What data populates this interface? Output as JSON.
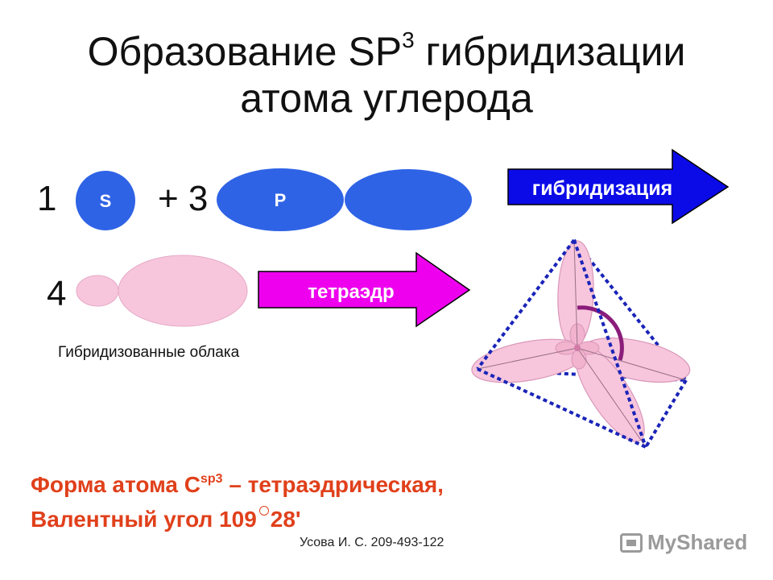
{
  "title": {
    "line1_pre": "Образование SP",
    "line1_sup": "3",
    "line1_post": " гибридизации",
    "line2": "атома углерода"
  },
  "row1": {
    "count_s": "1",
    "s_label": "S",
    "plus_count": "+ 3",
    "p_label": "P",
    "arrow_label": "гибридизация"
  },
  "row2": {
    "count": "4",
    "arrow_label": "тетраэдр",
    "caption": "Гибридизованные облака"
  },
  "conclusion": {
    "line1_pre": "Форма атома С",
    "line1_sup": "sp3",
    "line1_post": " – тетраэдрическая,",
    "line2_pre": "Валентный угол 109",
    "line2_post": "28'"
  },
  "footer": {
    "author": "Усова И. С. 209-493-122",
    "logo": "MyShared",
    "logo_icon": "presentation-screen-icon"
  },
  "colors": {
    "orbital_blue": "#2f63e6",
    "arrow_blue": "#0b0be8",
    "hybrid_pink": "#f7c6dc",
    "arrow_magenta": "#ee00ee",
    "edge_dots": "#1a24b8",
    "angle_arc": "#8b1c7a",
    "conclusion_red": "#e0401b"
  }
}
